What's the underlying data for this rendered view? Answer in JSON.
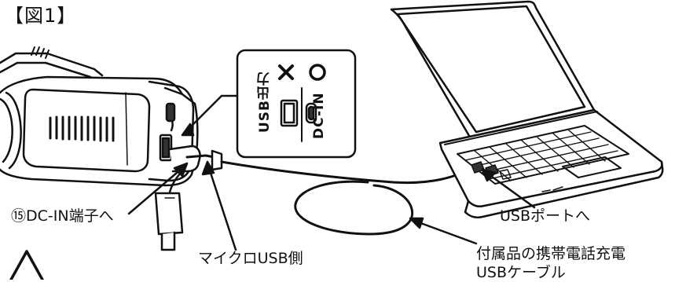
{
  "figure_title": "【図1】",
  "inset": {
    "usb_output_label": "USB出力",
    "usb_output_mark": "✕",
    "dc_in_label": "DC-IN",
    "dc_in_mark": "○"
  },
  "callouts": {
    "dc_in_terminal": "⑮DC-IN端子へ",
    "micro_usb_side": "マイクロUSB側",
    "usb_port": "USBポートへ",
    "cable_line1": "付属品の携帯電話充電",
    "cable_line2": "USBケーブル"
  },
  "colors": {
    "line": "#111111",
    "fill": "#ffffff",
    "shade": "#333333"
  }
}
